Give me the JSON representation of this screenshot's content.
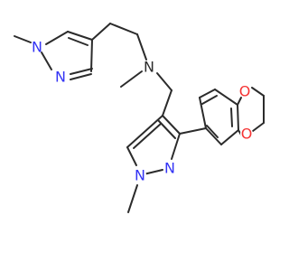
{
  "molecule": {
    "atoms": {
      "n1_methylpyrazole_upper": {
        "symbol": "N",
        "color": "#3434f5"
      },
      "n2_methylpyrazole_upper": {
        "symbol": "N",
        "color": "#3434f5"
      },
      "n_amine": {
        "symbol": "N",
        "color": "#2b2b2b"
      },
      "n1_pyrazole_lower": {
        "symbol": "N",
        "color": "#3434f5"
      },
      "n2_pyrazole_lower": {
        "symbol": "N",
        "color": "#3434f5"
      },
      "o_dioxane_top": {
        "symbol": "O",
        "color": "#f53434"
      },
      "o_dioxane_bottom": {
        "symbol": "O",
        "color": "#f53434"
      }
    },
    "bond_color": "#2b2b2b"
  }
}
